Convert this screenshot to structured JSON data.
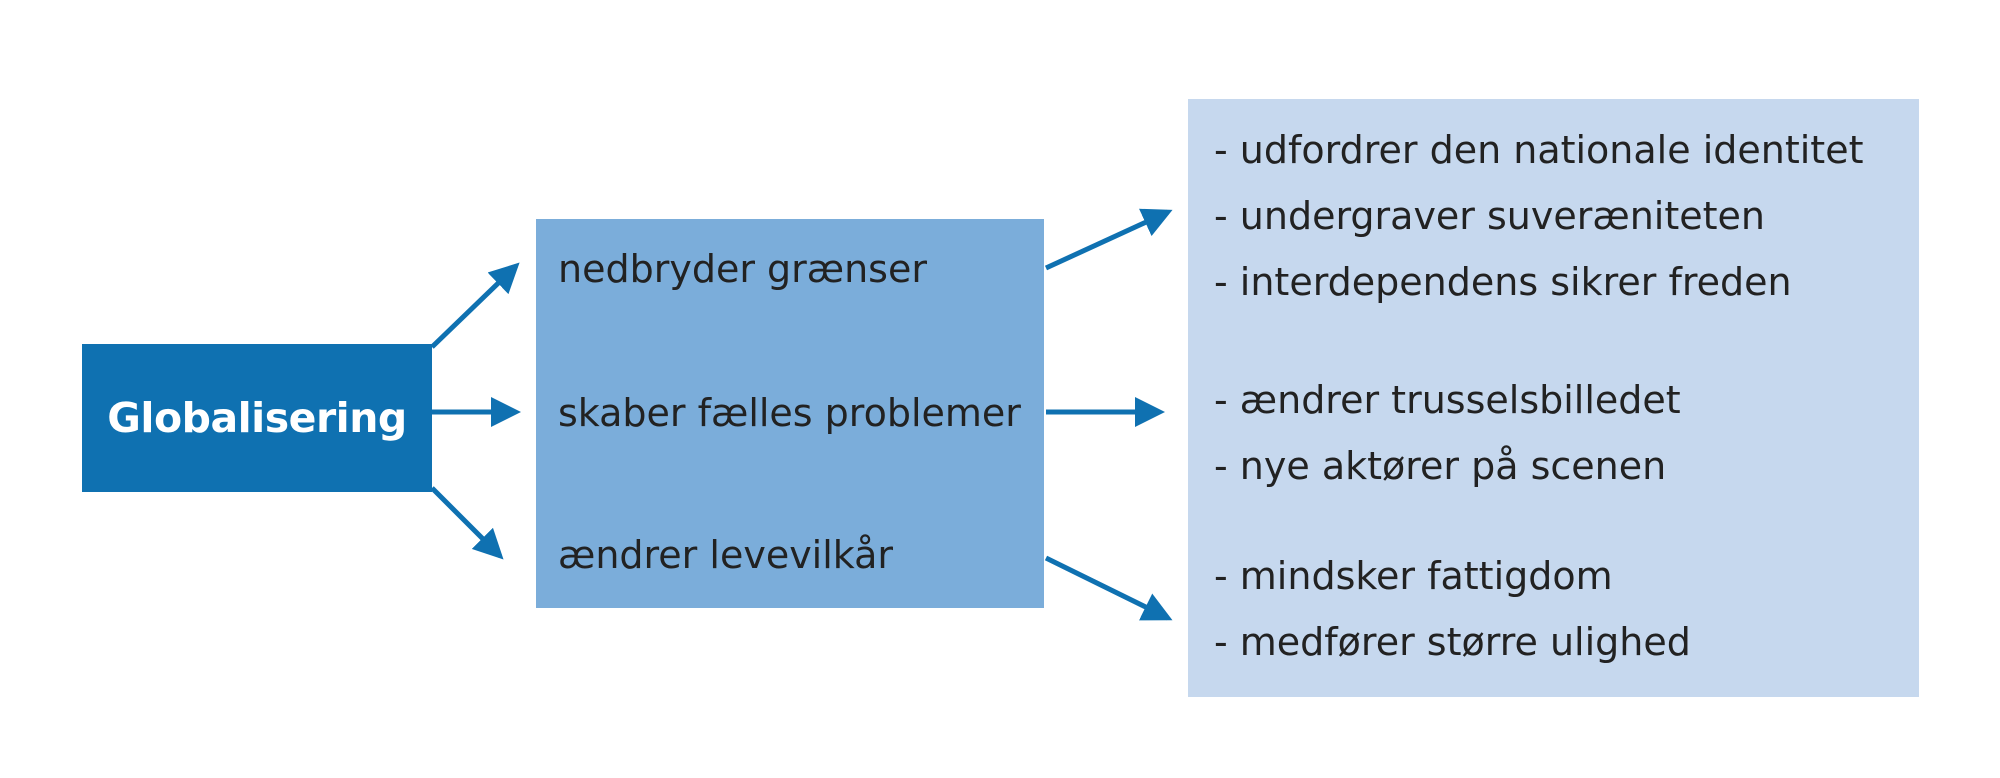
{
  "source": {
    "label": "Globalisering"
  },
  "middle": {
    "items": [
      {
        "label": "nedbryder grænser"
      },
      {
        "label": "skaber fælles problemer"
      },
      {
        "label": "ændrer levevilkår"
      }
    ]
  },
  "effects": {
    "groups": [
      {
        "items": [
          "- udfordrer den nationale identitet",
          "- undergraver suveræniteten",
          "- interdependens sikrer freden"
        ]
      },
      {
        "items": [
          "- ændrer trusselsbilledet",
          "- nye aktører på scenen"
        ]
      },
      {
        "items": [
          "- mindsker fattigdom",
          "- medfører større ulighed"
        ]
      }
    ]
  },
  "colors": {
    "source_box": "#0f71b1",
    "middle_box": "#7badda",
    "effects_box": "#c6d8ee",
    "arrow": "#0f71b1",
    "text": "#222222"
  }
}
